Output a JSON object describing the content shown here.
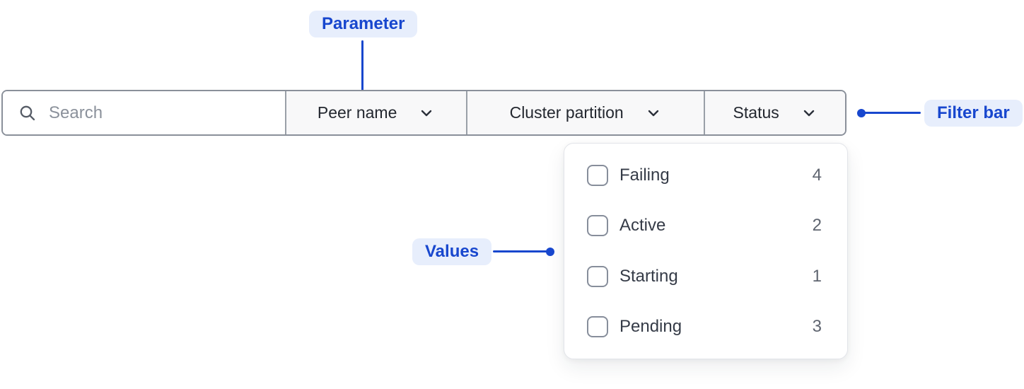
{
  "annotations": {
    "parameter": {
      "label": "Parameter"
    },
    "filter_bar": {
      "label": "Filter bar"
    },
    "values": {
      "label": "Values"
    }
  },
  "filter_bar": {
    "search": {
      "placeholder": "Search",
      "value": ""
    },
    "parameters": [
      {
        "label": "Peer name"
      },
      {
        "label": "Cluster partition"
      },
      {
        "label": "Status"
      }
    ]
  },
  "status_dropdown": {
    "items": [
      {
        "label": "Failing",
        "count": "4",
        "checked": false
      },
      {
        "label": "Active",
        "count": "2",
        "checked": false
      },
      {
        "label": "Starting",
        "count": "1",
        "checked": false
      },
      {
        "label": "Pending",
        "count": "3",
        "checked": false
      }
    ]
  },
  "colors": {
    "annotation_blue": "#1847CE",
    "annotation_bg": "#E7EEFC",
    "border_gray": "#8A909A",
    "panel_border": "#E2E4E9",
    "segment_bg": "#F8F8F9",
    "text_dark": "#23272F",
    "text_muted": "#5F6570",
    "placeholder_gray": "#8B919B"
  }
}
